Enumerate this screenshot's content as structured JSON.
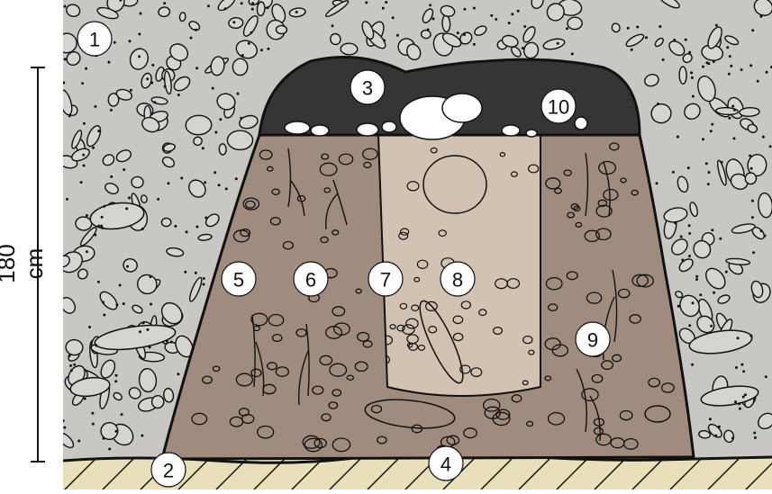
{
  "scale": {
    "label": "180 cm"
  },
  "labels": [
    "1",
    "2",
    "3",
    "4",
    "5",
    "6",
    "7",
    "8",
    "9",
    "10"
  ],
  "colors": {
    "matrix": "#c9c7c4",
    "fill": "#a08c7f",
    "core": "#d2c2b1",
    "dark_cap": "#353535",
    "subsoil": "#e9e0b9",
    "outline": "#111111"
  }
}
